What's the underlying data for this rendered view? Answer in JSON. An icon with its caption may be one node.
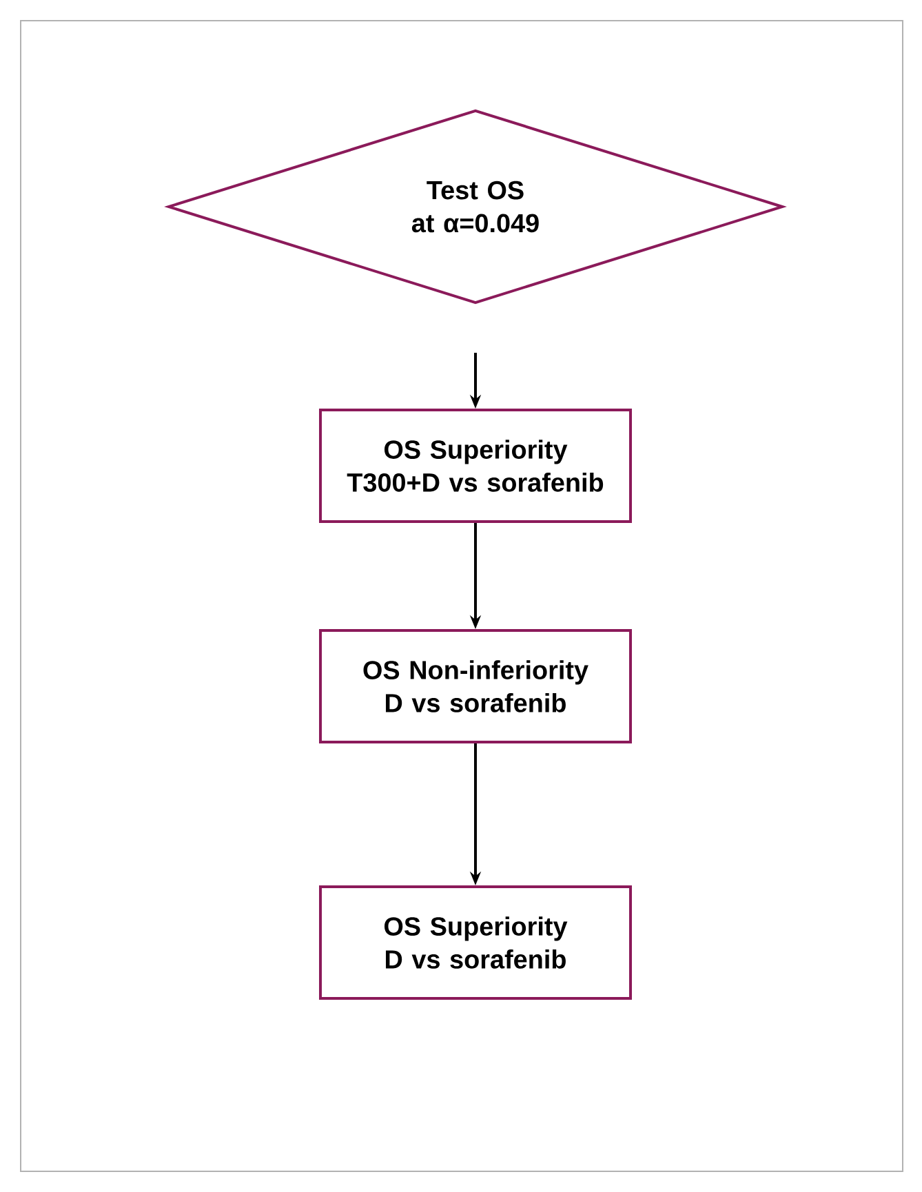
{
  "diagram": {
    "nodes": [
      {
        "text": [
          "Test OS at α=0.049"
        ]
      },
      {
        "text": [
          "OS Superiority T300+D vs sorafenib"
        ]
      },
      {
        "text": [
          "OS Non-inferiority D vs sorafenib"
        ]
      },
      {
        "text": [
          "OS Superiority D vs sorafenib"
        ]
      }
    ],
    "edges": [
      {
        "from": 0,
        "to": 1,
        "arrow": "to"
      },
      {
        "from": 1,
        "to": 2,
        "arrow": "to"
      },
      {
        "from": 2,
        "to": 3,
        "arrow": "to"
      }
    ]
  }
}
